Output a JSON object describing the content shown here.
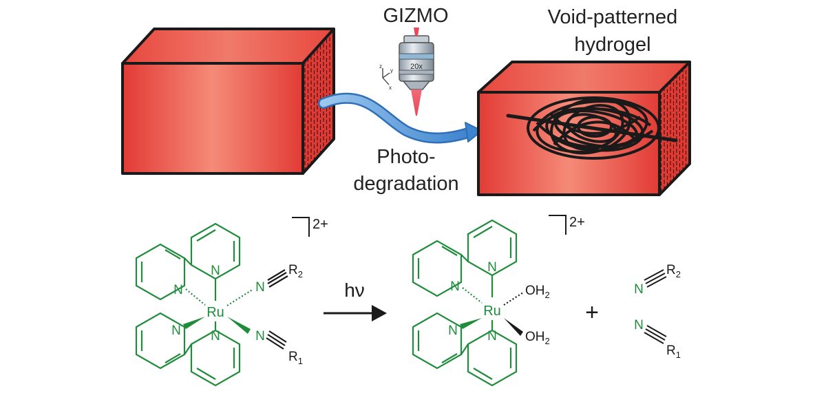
{
  "labels": {
    "instrument": "GIZMO",
    "result_line1": "Void-patterned",
    "result_line2": "hydrogel",
    "process_line1": "Photo-",
    "process_line2": "degradation",
    "objective_magnification": "20x",
    "axis_z": "z",
    "axis_y": "y",
    "axis_x": "x"
  },
  "reaction": {
    "light_symbol": "hν",
    "plus": "+",
    "charge": "2+",
    "metal": "Ru",
    "nitrogen": "N",
    "ligand_water": "OH",
    "water_subscript": "2",
    "r_group": "R",
    "r1_subscript": "1",
    "r2_subscript": "2"
  },
  "colors": {
    "hydrogel_front": "#f07a6a",
    "hydrogel_edge": "#e23b35",
    "hydrogel_end": "#d8342e",
    "arrow": "#4a90d9",
    "laser": "#e8485a",
    "complex": "#1f8c3c",
    "outline": "#1a1a1a"
  }
}
